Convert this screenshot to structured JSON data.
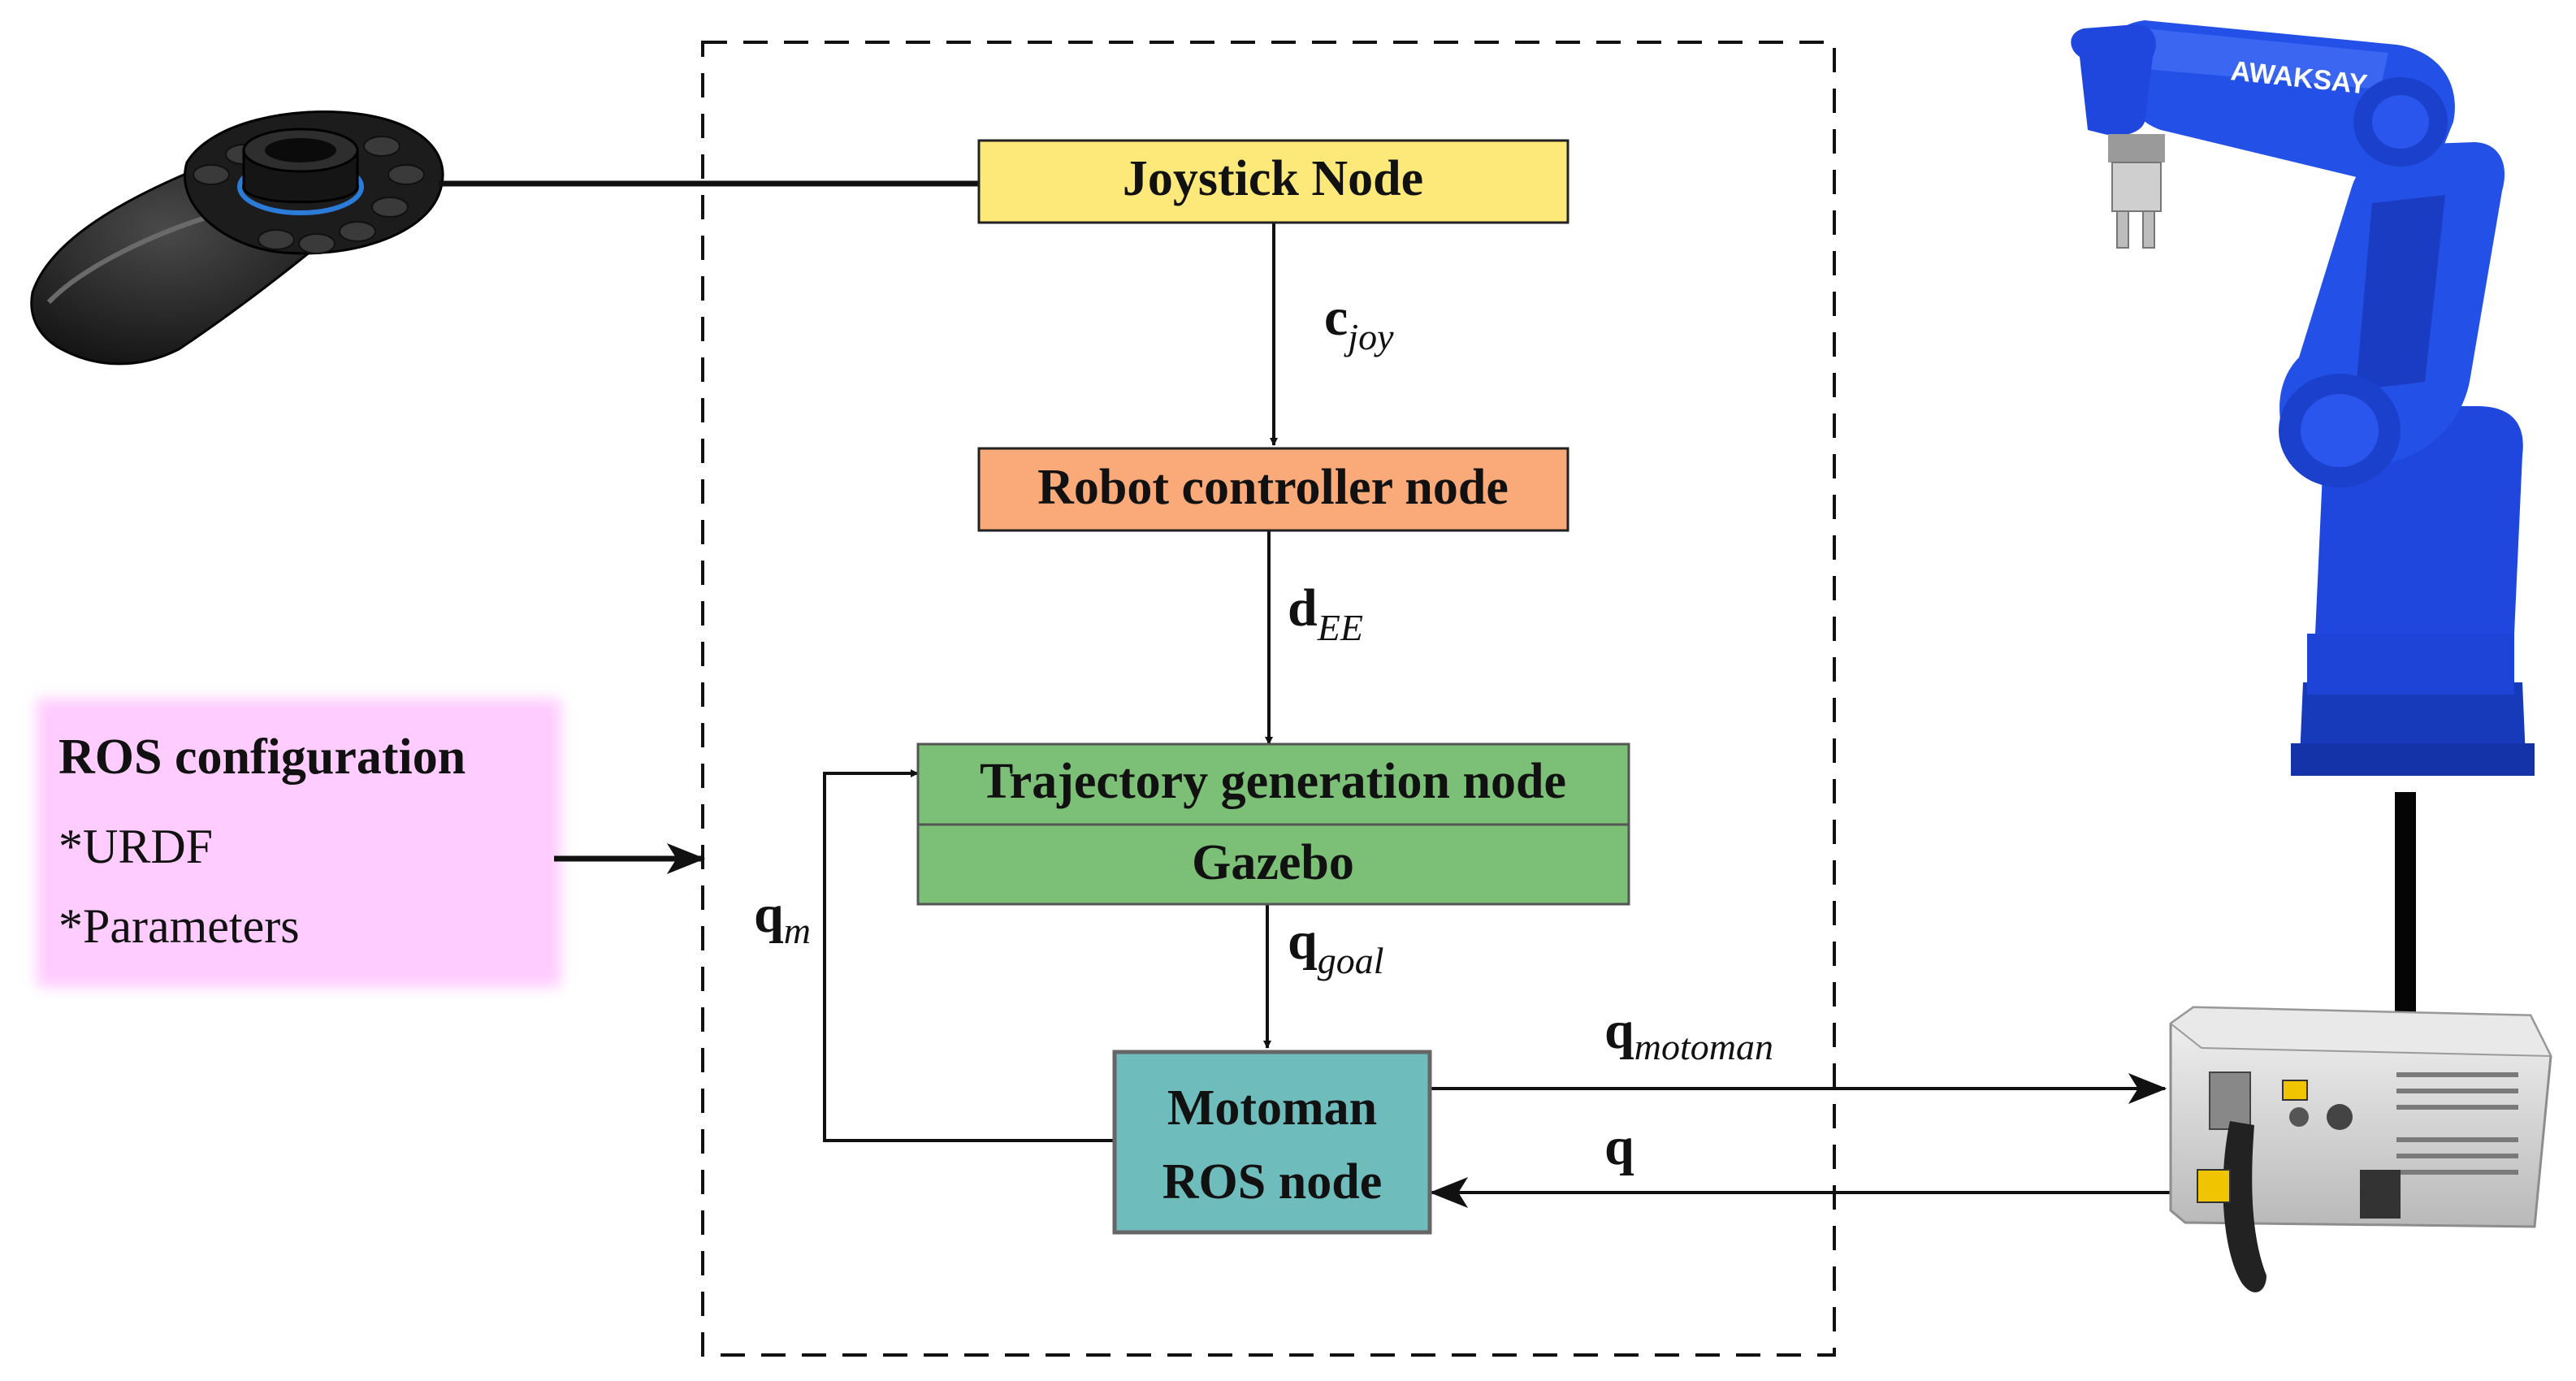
{
  "nodes": {
    "joystick": {
      "label": "Joystick Node",
      "color": "#fde97a"
    },
    "robot_controller": {
      "label": "Robot controller node",
      "color": "#f9aa78"
    },
    "trajectory": {
      "label": "Trajectory generation node",
      "color": "#7cbf76"
    },
    "gazebo": {
      "label": "Gazebo",
      "color": "#7cbf76"
    },
    "motoman": {
      "line1": "Motoman",
      "line2": "ROS node",
      "color": "#6fbcbc"
    }
  },
  "ros_config": {
    "title": "ROS configuration",
    "items": [
      "*URDF",
      "*Parameters"
    ],
    "color": "#ffccff"
  },
  "signals": {
    "c_joy": {
      "main": "c",
      "sub": "joy"
    },
    "d_ee": {
      "main": "d",
      "sub": "EE"
    },
    "q_goal": {
      "main": "q",
      "sub": "goal"
    },
    "q_m": {
      "main": "q",
      "sub": "m"
    },
    "q_motoman": {
      "main": "q",
      "sub": "motoman"
    },
    "q": {
      "main": "q"
    }
  },
  "robot": {
    "brand_text": "AWAKSAY",
    "color": "#1a3fd0"
  }
}
